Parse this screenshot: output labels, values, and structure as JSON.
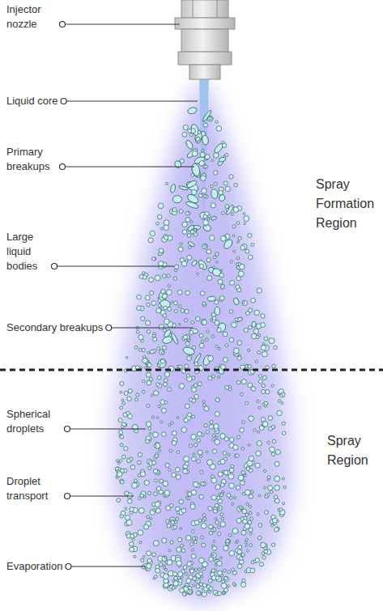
{
  "diagram": {
    "labels": [
      "Injector nozzle",
      "Liquid core",
      "Primary breakups",
      "Large liquid bodies",
      "Secondary breakups",
      "Spherical droplets",
      "Droplet transport",
      "Evaporation",
      "Spray Formation Region",
      "Spray Region"
    ]
  }
}
